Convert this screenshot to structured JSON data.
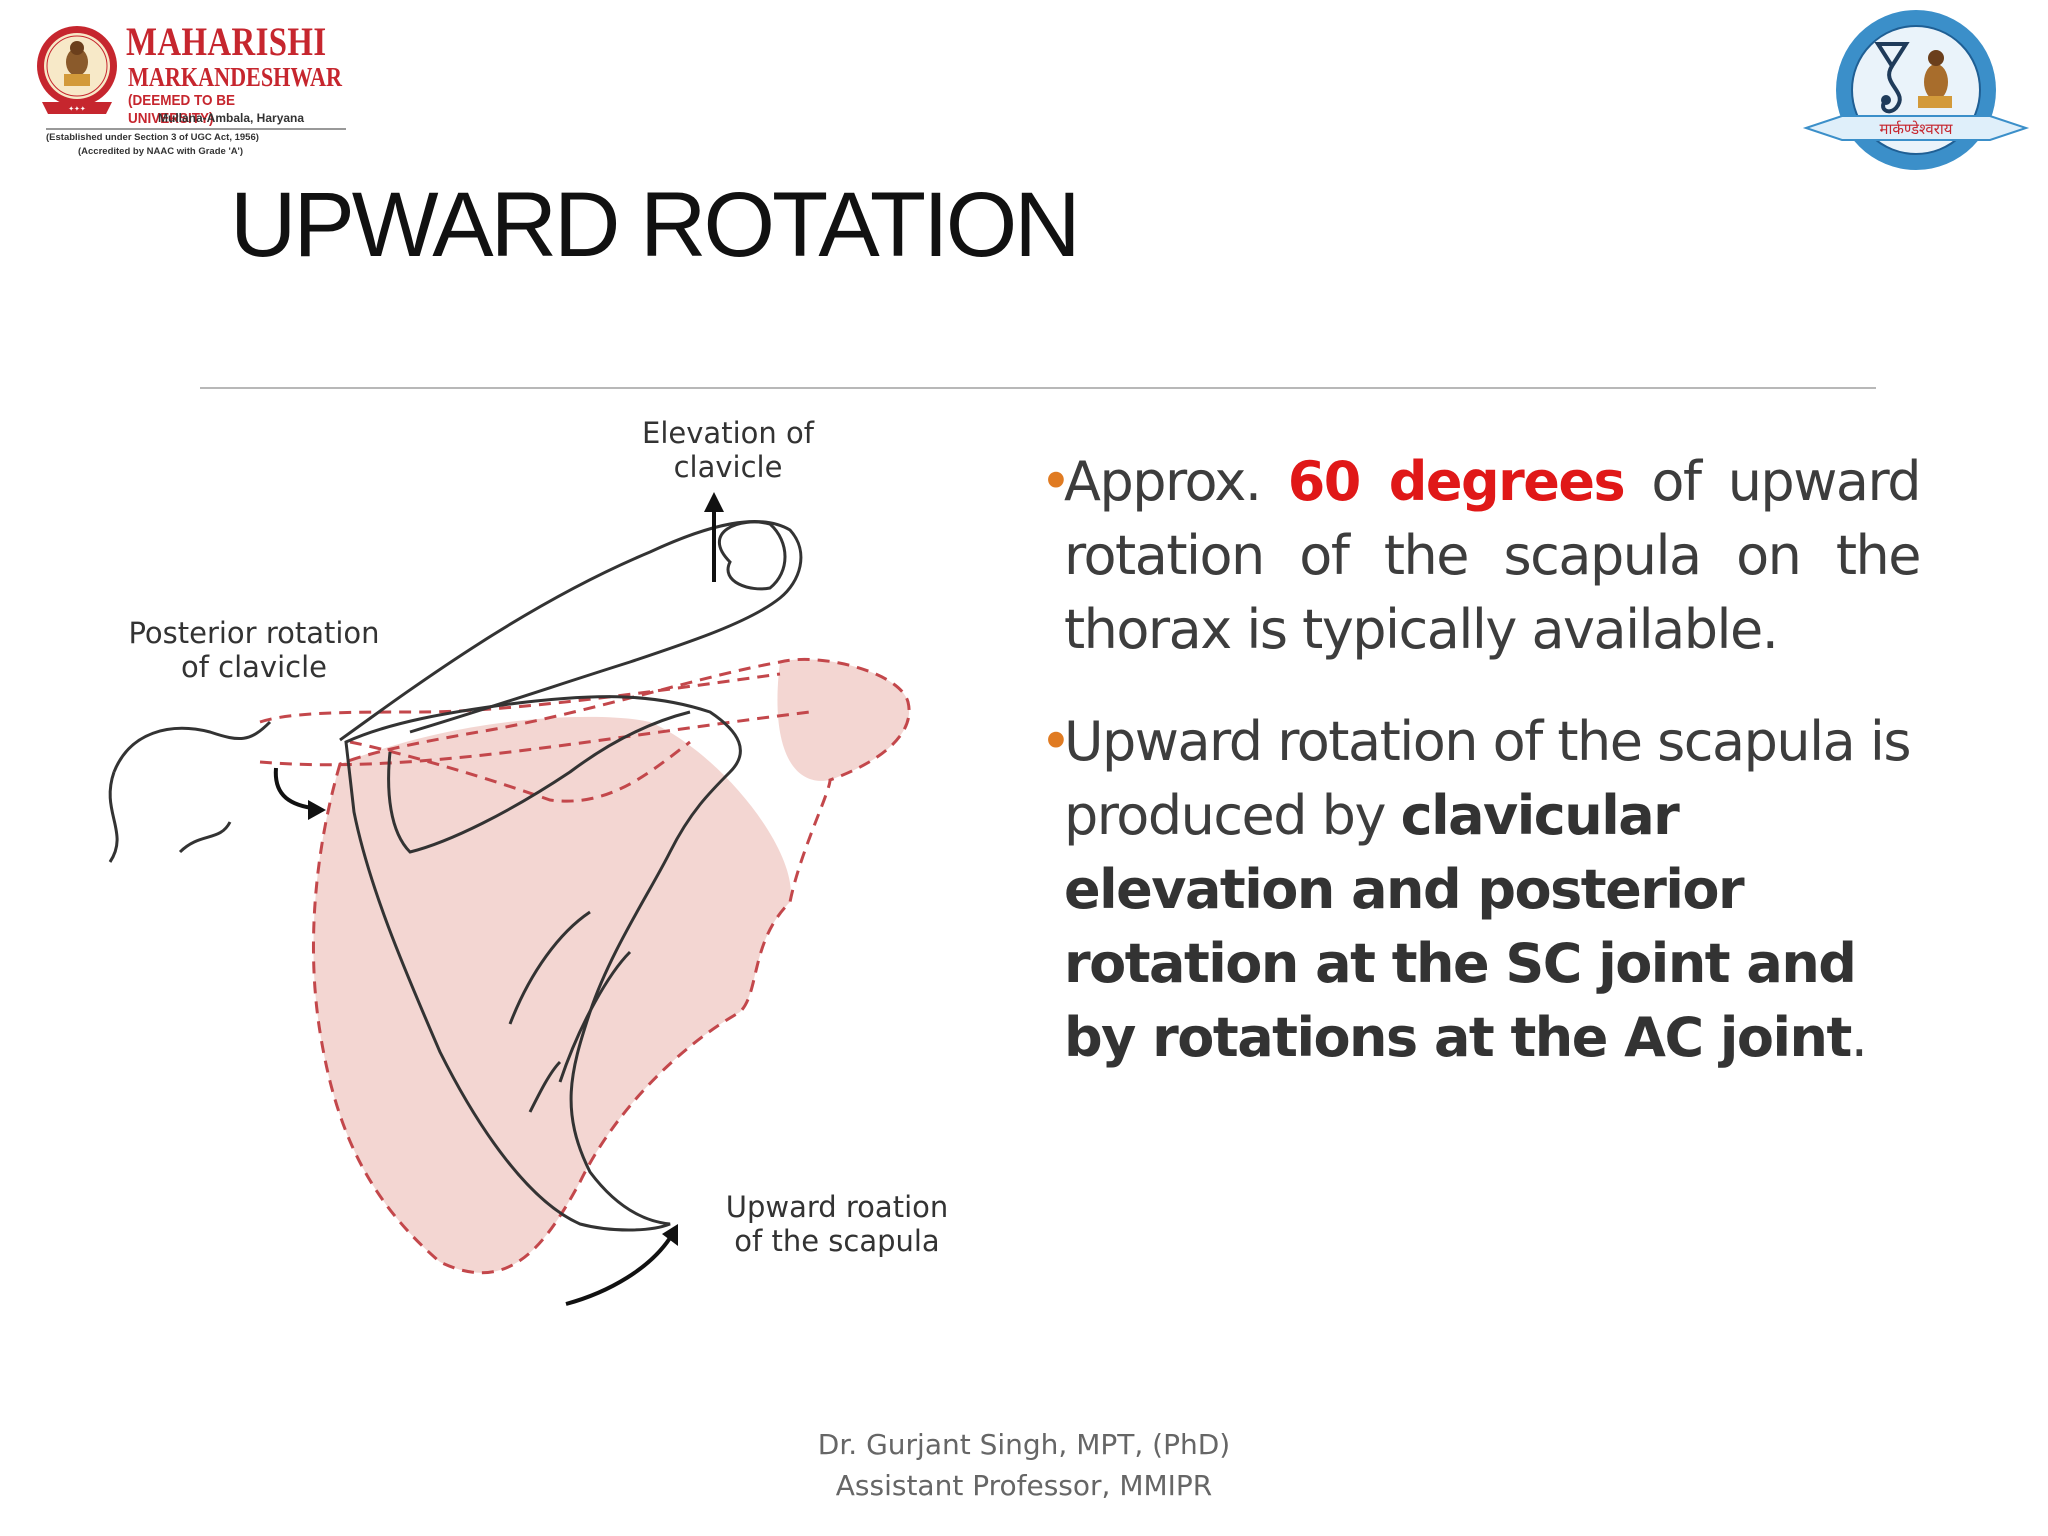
{
  "logo_left": {
    "name_line1": "MAHARISHI",
    "name_line2": "MARKANDESHWAR",
    "name_line3": "(DEEMED TO BE UNIVERSITY)",
    "location": "Mullana-Ambala, Haryana",
    "established": "(Established under Section 3 of UGC Act, 1956)",
    "accredited": "(Accredited by NAAC with Grade 'A')"
  },
  "logo_right": {
    "ribbon_text": "मार्कण्डेश्वराय"
  },
  "slide": {
    "title": "UPWARD ROTATION"
  },
  "figure": {
    "label_elevation_line1": "Elevation of",
    "label_elevation_line2": "clavicle",
    "label_posterior_line1": "Posterior rotation",
    "label_posterior_line2": "of clavicle",
    "label_upward_line1": "Upward roation",
    "label_upward_line2": "of the scapula"
  },
  "bullets": {
    "b1_pre": "Approx. ",
    "b1_highlight": "60 degrees",
    "b1_post": " of upward rotation of the scapula on the thorax is typically available.",
    "b2_pre": "Upward rotation of the scapula is produced by ",
    "b2_bold": "clavicular elevation and posterior rotation at the SC joint and by rotations at the AC joint",
    "b2_post": "."
  },
  "footer": {
    "line1": "Dr. Gurjant Singh, MPT, (PhD)",
    "line2": "Assistant Professor, MMIPR"
  },
  "colors": {
    "title": "#111111",
    "bullet_marker": "#e07b22",
    "highlight_red": "#e01818",
    "body_text": "#3d3d3d",
    "logo_red": "#c6262e",
    "shade_pink": "#f3d6d2"
  }
}
